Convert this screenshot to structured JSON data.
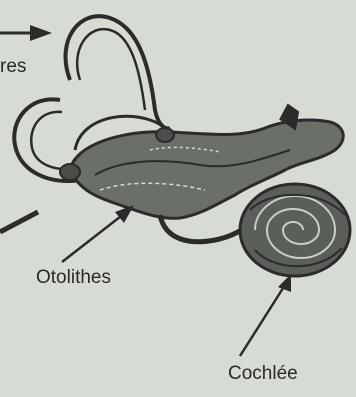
{
  "labels": {
    "canals_partial": "res",
    "otoliths": "Otolithes",
    "cochlea": "Cochlée"
  },
  "colors": {
    "background": "#d6dcd3",
    "ink": "#2b2b2b",
    "shade": "#5a5f59"
  }
}
